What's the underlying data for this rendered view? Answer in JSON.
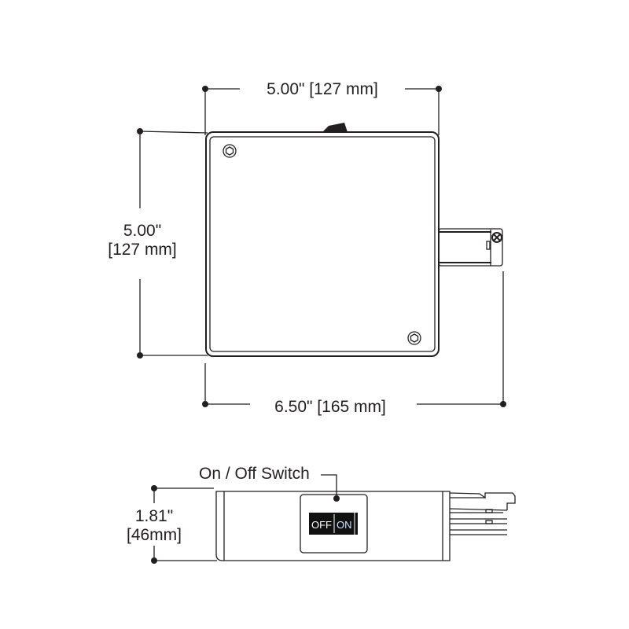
{
  "top_view": {
    "width_dim": "5.00\" [127 mm]",
    "height_dim_in": "5.00\"",
    "height_dim_mm": "[127 mm]",
    "overall_dim": "6.50\" [165 mm]"
  },
  "side_view": {
    "switch_label": "On / Off Switch",
    "switch_off": "OFF",
    "switch_on": "ON",
    "height_dim_in": "1.81\"",
    "height_dim_mm": "[46mm]"
  },
  "colors": {
    "line": "#231f20",
    "switch_on_text": "#cfe3ff"
  }
}
